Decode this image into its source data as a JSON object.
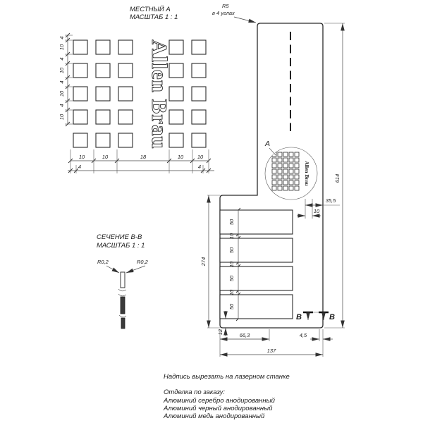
{
  "drawing": {
    "local_view": {
      "title": "МЕСТНЫЙ А",
      "scale": "МАСШТАБ 1 : 1",
      "brand": "Allen Brau",
      "v_dims": [
        "4",
        "10",
        "4",
        "10",
        "4",
        "10",
        "4",
        "10"
      ],
      "h_dims": [
        "10",
        "10",
        "18",
        "10",
        "10"
      ],
      "h_dims_outer": [
        "4",
        "4"
      ]
    },
    "main_view": {
      "corner_note_line1": "R5",
      "corner_note_line2": "в 4 углах",
      "detail_label": "A",
      "brand": "Allen Brau",
      "dim_height": "614",
      "dim_width": "137",
      "dim_offset": "35,5",
      "dim_text_width": "10",
      "left_chain": [
        "50",
        "10",
        "50",
        "10",
        "50",
        "10",
        "50"
      ],
      "dim_span": "274",
      "dim_bottom_gap": "12",
      "dim_slot_depth": "66,3",
      "dim_edge": "4,5",
      "section_label_left": "B",
      "section_label_right": "B"
    },
    "section_view": {
      "title": "СЕЧЕНИЕ В-В",
      "scale": "МАСШТАБ 1 : 1",
      "radius_left": "R0,2",
      "radius_right": "R0,2"
    },
    "notes": {
      "laser": "Надпись вырезать на лазерном станке",
      "finish_title": "Отделка по заказу:",
      "finishes": [
        "Алюминий серебро анодированный",
        "Алюминий черный анодированный",
        "Алюминий медь анодированный"
      ]
    }
  }
}
